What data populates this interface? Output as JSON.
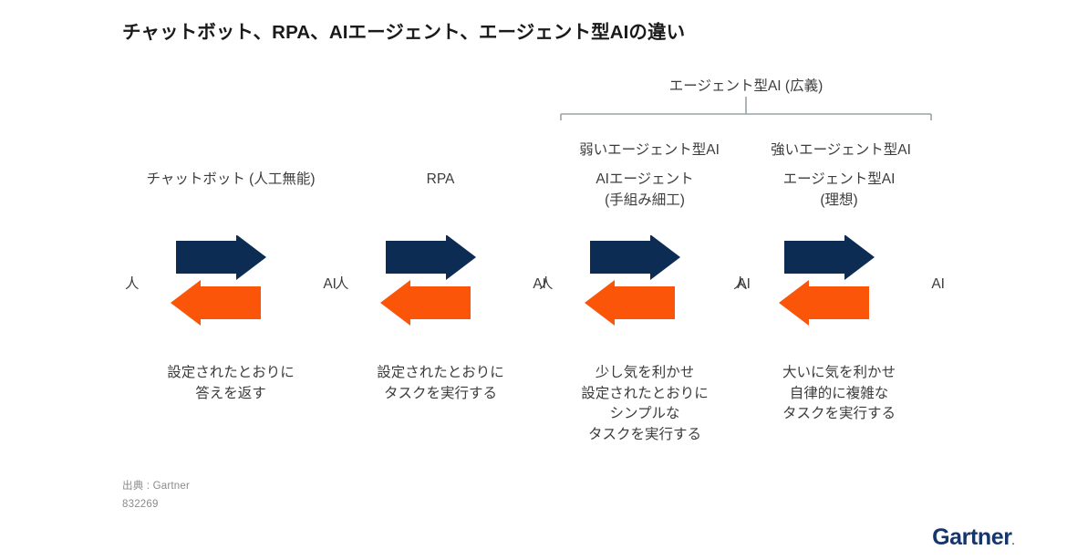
{
  "slide": {
    "title": "チャットボット、RPA、AIエージェント、エージェント型AIの違い",
    "background_color": "#ffffff"
  },
  "bracket": {
    "title": "エージェント型AI (広義)",
    "left_label": "弱いエージェント型AI",
    "right_label": "強いエージェント型AI",
    "line_color": "#9aa3a6"
  },
  "axis": {
    "left_label": "人",
    "right_label": "AI"
  },
  "colors": {
    "navy_arrow": "#0c2c54",
    "orange_arrow": "#fa5508",
    "text": "#3c3c3c",
    "muted_text": "#8c8c8c",
    "brand_navy": "#15356b"
  },
  "columns": [
    {
      "header": "チャットボット (人工無能)",
      "header_lines": [
        "チャットボット (人工無能)"
      ],
      "caption": "設定されたとおりに\n答えを返す",
      "caption_lines": [
        "設定されたとおりに",
        "答えを返す"
      ],
      "arrow_forward_color": "#0c2c54",
      "arrow_backward_color": "#fa5508"
    },
    {
      "header": "RPA",
      "header_lines": [
        "RPA"
      ],
      "caption": "設定されたとおりに\nタスクを実行する",
      "caption_lines": [
        "設定されたとおりに",
        "タスクを実行する"
      ],
      "arrow_forward_color": "#0c2c54",
      "arrow_backward_color": "#fa5508"
    },
    {
      "header": "AIエージェント\n(手組み細工)",
      "header_lines": [
        "AIエージェント",
        "(手組み細工)"
      ],
      "caption": "少し気を利かせ\n設定されたとおりに\nシンプルな\nタスクを実行する",
      "caption_lines": [
        "少し気を利かせ",
        "設定されたとおりに",
        "シンプルな",
        "タスクを実行する"
      ],
      "arrow_forward_color": "#0c2c54",
      "arrow_backward_color": "#fa5508"
    },
    {
      "header": "エージェント型AI\n(理想)",
      "header_lines": [
        "エージェント型AI",
        "(理想)"
      ],
      "caption": "大いに気を利かせ\n自律的に複雑な\nタスクを実行する",
      "caption_lines": [
        "大いに気を利かせ",
        "自律的に複雑な",
        "タスクを実行する"
      ],
      "arrow_forward_color": "#0c2c54",
      "arrow_backward_color": "#fa5508"
    }
  ],
  "footer": {
    "source": "出典 : Gartner",
    "id": "832269",
    "logo": "Gartner",
    "logo_mark": "."
  }
}
